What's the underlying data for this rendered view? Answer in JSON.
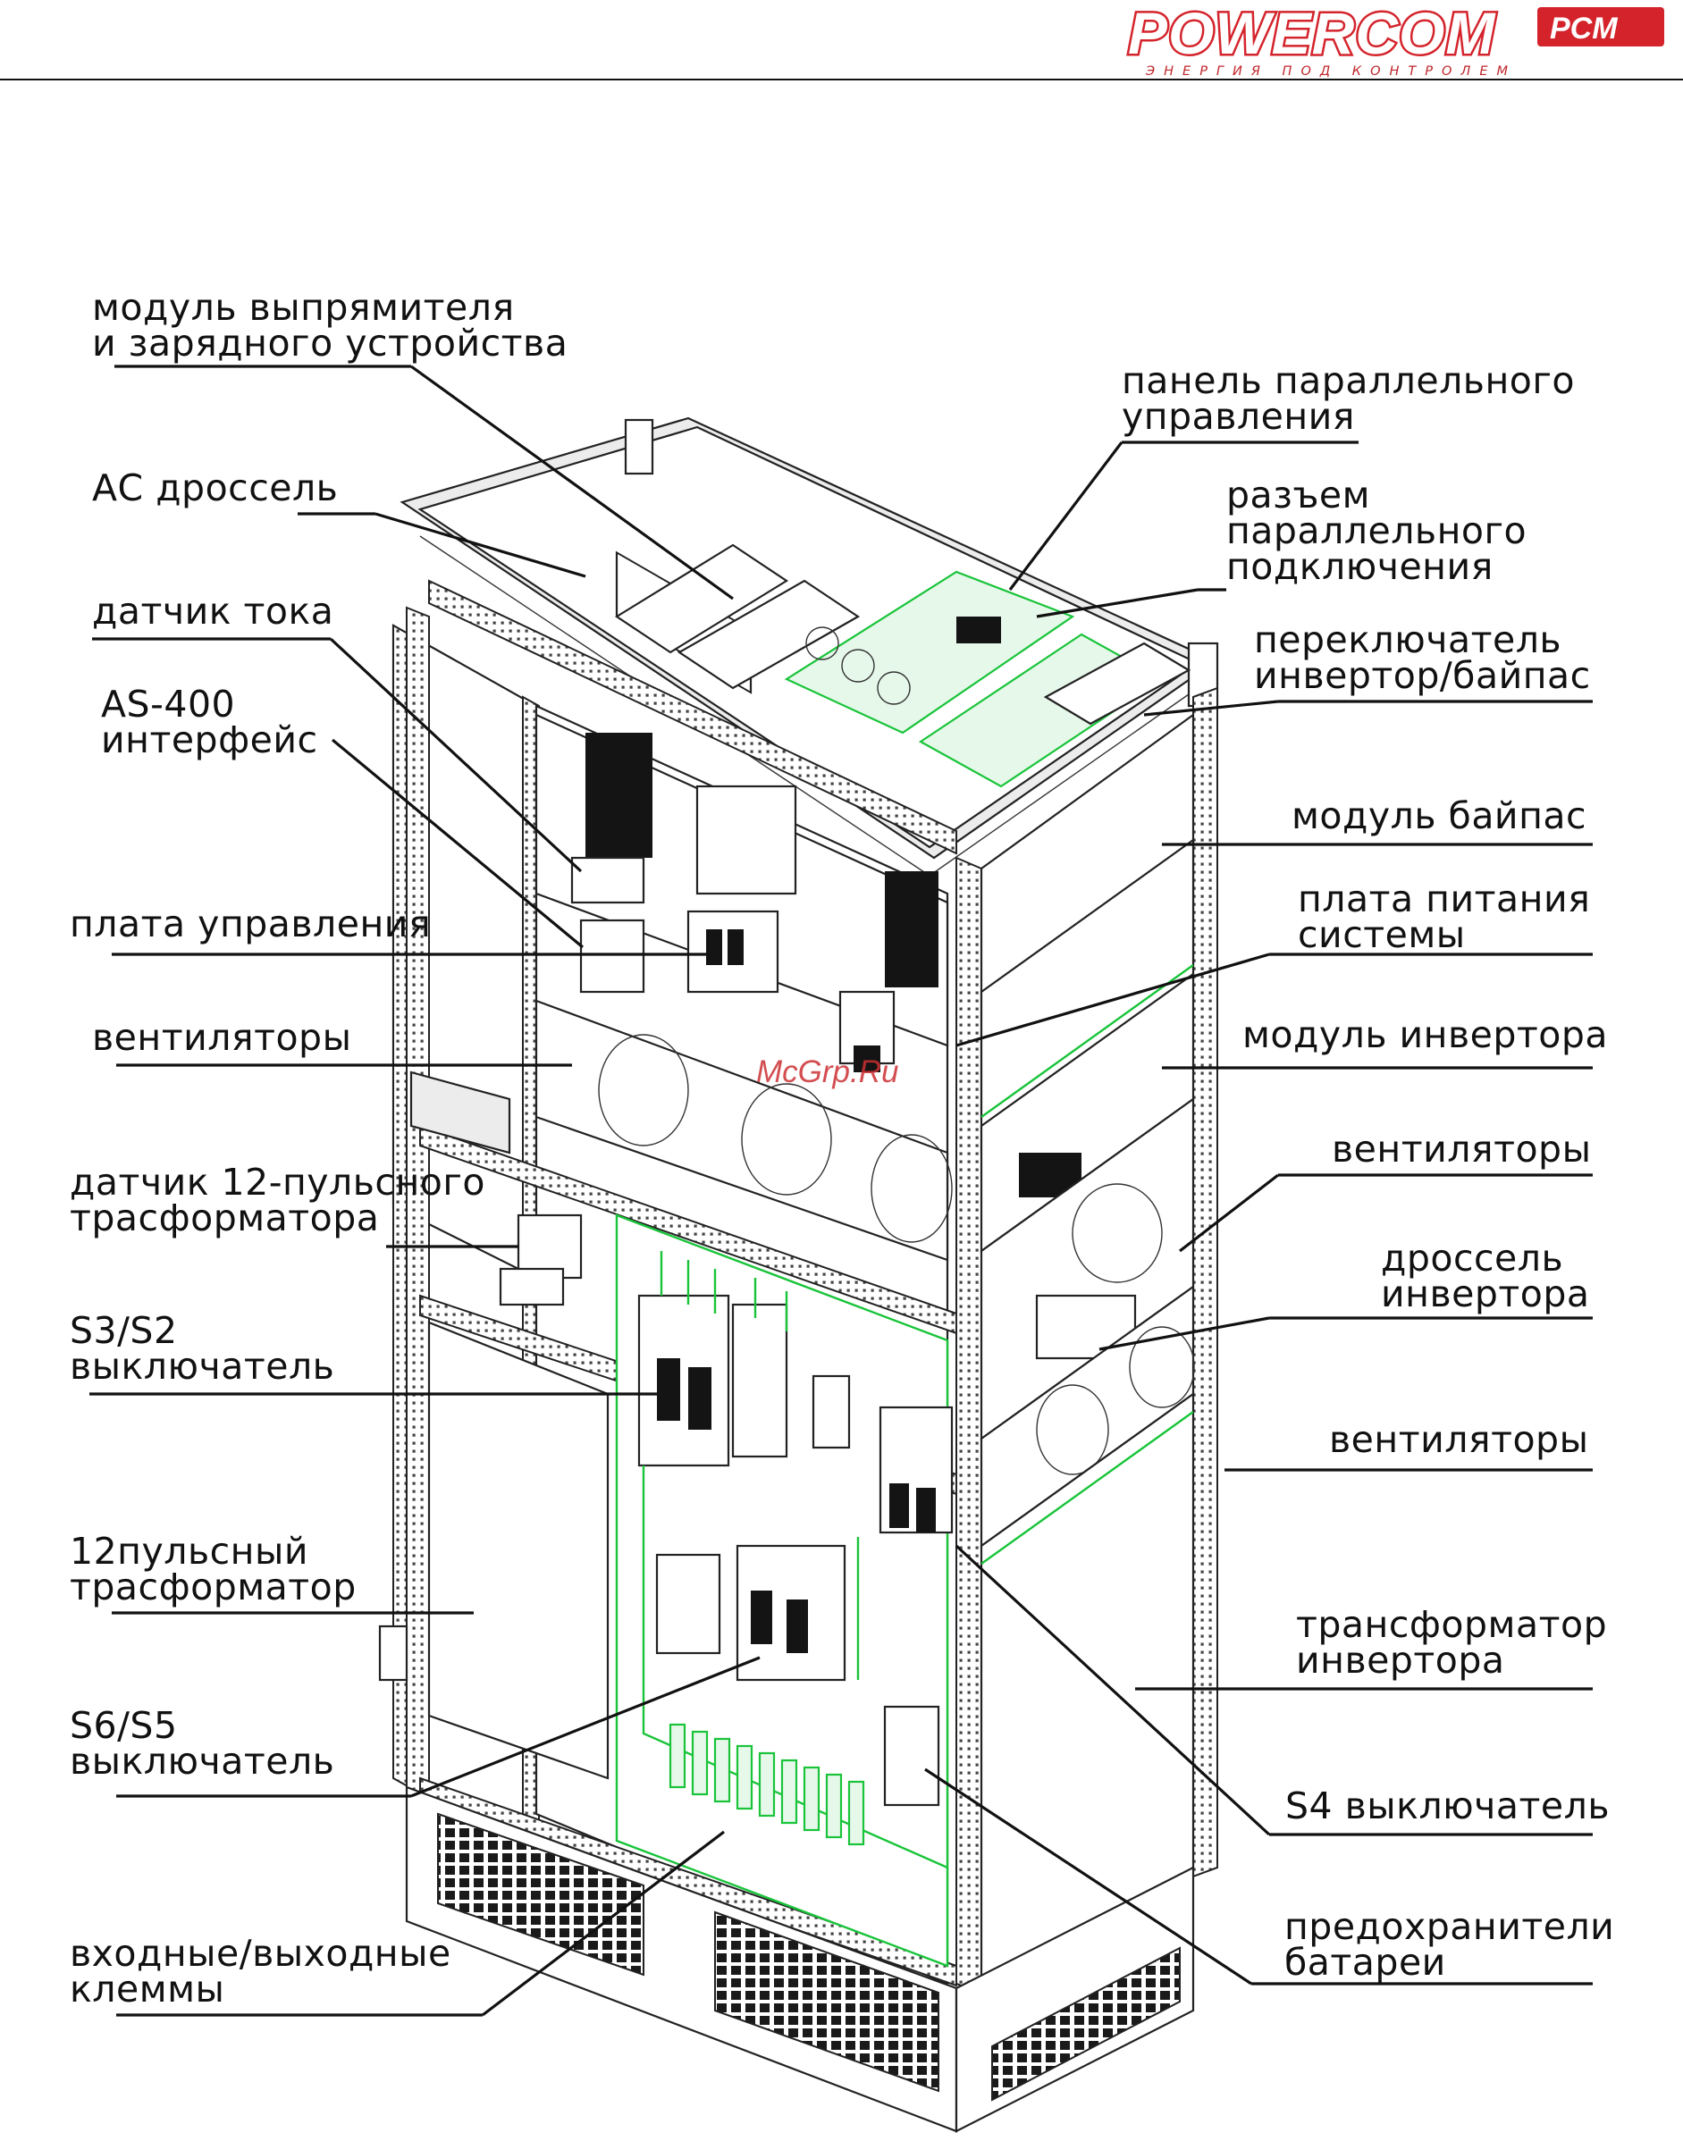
{
  "header": {
    "logo_word": "POWERCOM",
    "logo_mark": "PCM",
    "tagline": "ЭНЕРГИЯ ПОД КОНТРОЛЕМ",
    "brand_color": "#d4232b"
  },
  "watermark": "McGrp.Ru",
  "labels_left": [
    {
      "lines": [
        "модуль выпрямителя",
        "и зарядного устройства"
      ]
    },
    {
      "lines": [
        "АС дроссель"
      ]
    },
    {
      "lines": [
        "датчик тока"
      ]
    },
    {
      "lines": [
        "AS-400",
        "интерфейс"
      ]
    },
    {
      "lines": [
        "плата управления"
      ]
    },
    {
      "lines": [
        "вентиляторы"
      ]
    },
    {
      "lines": [
        "датчик 12-пульсного",
        "трасформатора"
      ]
    },
    {
      "lines": [
        "S3/S2",
        "выключатель"
      ]
    },
    {
      "lines": [
        "12пульсный",
        "трасформатор"
      ]
    },
    {
      "lines": [
        "S6/S5",
        "выключатель"
      ]
    },
    {
      "lines": [
        "входные/выходные",
        "клеммы"
      ]
    }
  ],
  "labels_right": [
    {
      "lines": [
        "панель параллельного",
        "управления"
      ]
    },
    {
      "lines": [
        "разъем",
        "параллельного",
        "подключения"
      ]
    },
    {
      "lines": [
        "переключатель",
        "инвертор/байпас"
      ]
    },
    {
      "lines": [
        "модуль байпас"
      ]
    },
    {
      "lines": [
        "плата питания",
        "системы"
      ]
    },
    {
      "lines": [
        "модуль инвертора"
      ]
    },
    {
      "lines": [
        "вентиляторы"
      ]
    },
    {
      "lines": [
        "дроссель",
        "инвертора"
      ]
    },
    {
      "lines": [
        "вентиляторы"
      ]
    },
    {
      "lines": [
        "трансформатор",
        "инвертора"
      ]
    },
    {
      "lines": [
        "S4 выключатель"
      ]
    },
    {
      "lines": [
        "предохранители",
        "батареи"
      ]
    }
  ]
}
